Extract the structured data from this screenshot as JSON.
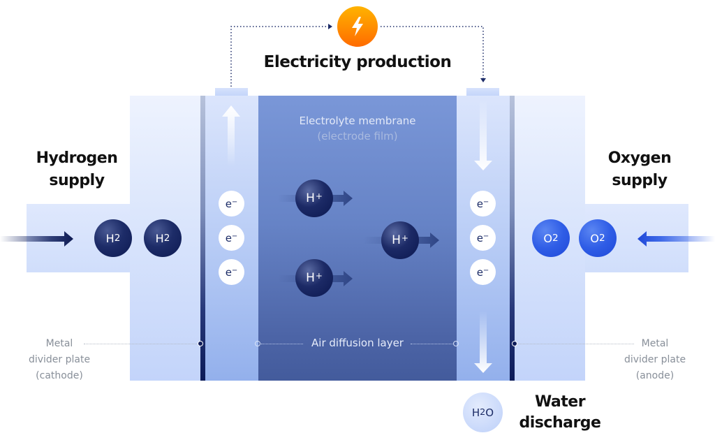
{
  "title": "Electricity production",
  "hydrogen_label": [
    "Hydrogen",
    "supply"
  ],
  "oxygen_label": [
    "Oxygen",
    "supply"
  ],
  "water_label": [
    "Water",
    "discharge"
  ],
  "membrane": {
    "title": "Electrolyte membrane",
    "subtitle": "(electrode film)"
  },
  "callouts": {
    "left": [
      "Metal",
      "divider plate",
      "(cathode)"
    ],
    "right": [
      "Metal",
      "divider plate",
      "(anode)"
    ],
    "center": "Air diffusion layer"
  },
  "molecules": {
    "hydrogen": "H",
    "hydrogen_sub": "2",
    "oxygen": "O",
    "oxygen_sub": "2",
    "proton": "H",
    "proton_sup": "+",
    "electron": "e",
    "electron_sup": "−",
    "water_h": "H",
    "water_sub": "2",
    "water_o": "O"
  },
  "icons": {
    "power": "lightning-bolt-icon"
  },
  "colors": {
    "bolt": "#ff8c00",
    "navy": "#0d1a52",
    "oxygen_blue": "#2f5de6",
    "membrane": "#6683c6"
  }
}
